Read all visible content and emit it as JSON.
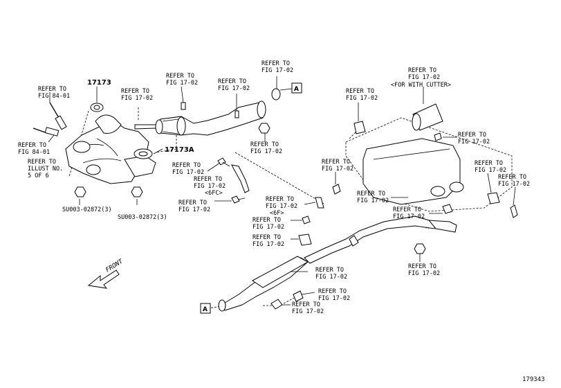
{
  "figure_number": "179343",
  "front_label": "FRONT",
  "ref_marker": "A",
  "part_numbers": {
    "gasket_upper": "17173",
    "gasket_lower": "17173A",
    "nut_left": "SU003-02872(3)",
    "nut_right": "SU003-02872(3)"
  },
  "notes": {
    "with_cutter": "<FOR WITH CUTTER>",
    "variant_6fc": "<6FC>",
    "variant_6f": "<6F>"
  },
  "refer_to": "REFER TO",
  "illust_ref": {
    "line1": "REFER TO",
    "line2": "ILLUST NO.",
    "line3": "5 OF 6"
  },
  "figs": {
    "f8401": "FIG 84-01",
    "f1702": "FIG 17-02"
  }
}
